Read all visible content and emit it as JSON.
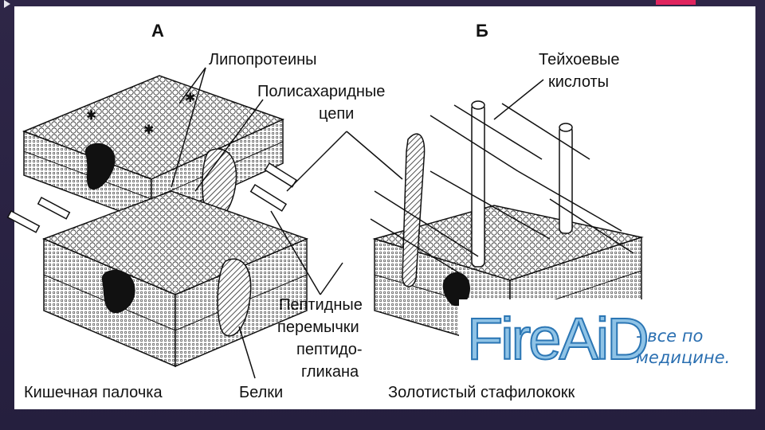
{
  "panels": {
    "a": "А",
    "b": "Б"
  },
  "labels": {
    "lipoproteins": "Липопротеины",
    "polysaccharide_1": "Полисахаридные",
    "polysaccharide_2": "цепи",
    "teichoic_1": "Тейхоевые",
    "teichoic_2": "кислоты",
    "peptide_1": "Пептидные",
    "peptide_2": "перемычки",
    "peptide_3": "пептидо-",
    "peptide_4": "гликана",
    "proteins": "Белки",
    "ecoli": "Кишечная палочка",
    "staph": "Золотистый стафилококк"
  },
  "watermark": {
    "logo": "FireAiD",
    "tagline_1": "- все по",
    "tagline_2": "медицине."
  },
  "colors": {
    "accent": "#e0245e",
    "logo_fill": "#8fc3e6",
    "logo_stroke": "#2b76b4",
    "background": "#2b2447"
  }
}
